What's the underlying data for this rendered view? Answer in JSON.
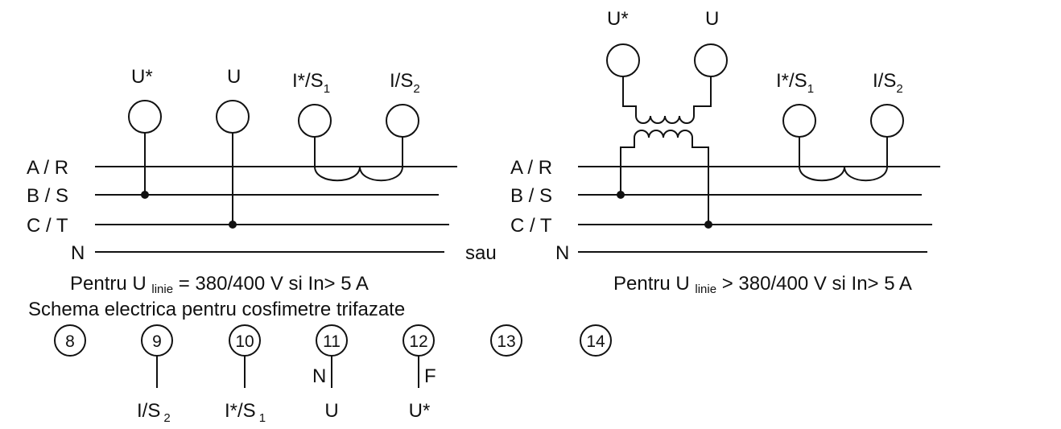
{
  "left": {
    "phases": [
      "A / R",
      "B / S",
      "C / T",
      "N"
    ],
    "u_star": "U*",
    "u": "U",
    "i_star": "I*/S",
    "i_star_sub": "1",
    "i": "I/S",
    "i_sub": "2",
    "caption_pre": "Pentru U ",
    "caption_sub": "linie",
    "caption_post": " = 380/400 V si In> 5 A"
  },
  "separator": "sau",
  "right": {
    "phases": [
      "A / R",
      "B / S",
      "C / T",
      "N"
    ],
    "u_star": "U*",
    "u": "U",
    "i_star": "I*/S",
    "i_star_sub": "1",
    "i": "I/S",
    "i_sub": "2",
    "caption_pre": "Pentru U ",
    "caption_sub": "linie",
    "caption_post": " > 380/400 V si In> 5 A"
  },
  "title": "Schema electrica pentru cosfimetre trifazate",
  "terminals": [
    "8",
    "9",
    "10",
    "11",
    "12",
    "13",
    "14"
  ],
  "terminal_labels": {
    "t9": "I/S",
    "t9_sub": "2",
    "t10": "I*/S",
    "t10_sub": "1",
    "t11": "U",
    "t11_side": "N",
    "t12": "U*",
    "t12_side": "F"
  }
}
